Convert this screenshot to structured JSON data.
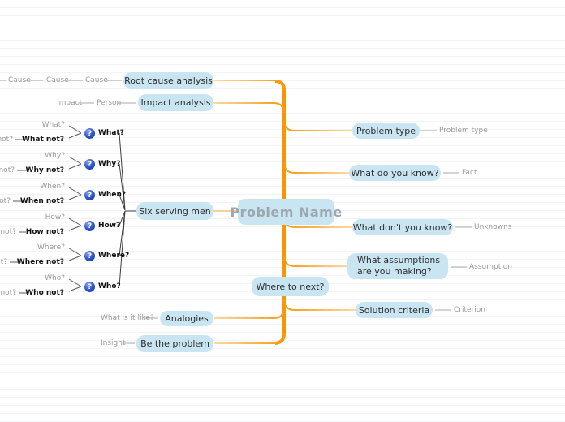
{
  "colors": {
    "node_fill": "#c9e5f2",
    "trunk_orange": "#fb9405",
    "branch_orange_light": "#fcd9a4",
    "branch_orange_dark": "#f79b10",
    "root_text": "#9ca7b0",
    "node_text": "#2e2e2e",
    "muted_text": "#9b9b9b",
    "bold_text": "#141414",
    "icon_blue": "#2b50c8"
  },
  "root": {
    "label": "Problem Name"
  },
  "left_branches": {
    "root_cause": {
      "label": "Root cause analysis",
      "chain": [
        "Cause",
        "Cause",
        "Cause"
      ]
    },
    "impact": {
      "label": "Impact analysis",
      "chain": [
        "Impact",
        "Person"
      ]
    },
    "six_men": {
      "label": "Six serving men",
      "rows": [
        {
          "q": "What?",
          "alt": "What?",
          "neg": "What not?",
          "neg_child": "What not?"
        },
        {
          "q": "Why?",
          "alt": "Why?",
          "neg": "Why not?",
          "neg_child": "Why not?"
        },
        {
          "q": "When?",
          "alt": "When?",
          "neg": "When not?",
          "neg_child": "When not?"
        },
        {
          "q": "How?",
          "alt": "How?",
          "neg": "How not?",
          "neg_child": "How not?"
        },
        {
          "q": "Where?",
          "alt": "Where?",
          "neg": "Where not?",
          "neg_child": "Where not?"
        },
        {
          "q": "Who?",
          "alt": "Who?",
          "neg": "Who not?",
          "neg_child": "Who not?"
        }
      ]
    },
    "analogies": {
      "label": "Analogies",
      "leaf": "What is it like?"
    },
    "be_problem": {
      "label": "Be the problem",
      "leaf": "Insight"
    }
  },
  "right_branches": {
    "problem_type": {
      "label": "Problem type",
      "leaf": "Problem type"
    },
    "know": {
      "label": "What do you know?",
      "leaf": "Fact"
    },
    "dont_know": {
      "label": "What don't you know?",
      "leaf": "Unknowns"
    },
    "assumptions": {
      "label": "What assumptions are you making?",
      "leaf": "Assumption"
    },
    "where_next": {
      "label": "Where to next?"
    },
    "solution": {
      "label": "Solution criteria",
      "leaf": "Criterion"
    }
  }
}
